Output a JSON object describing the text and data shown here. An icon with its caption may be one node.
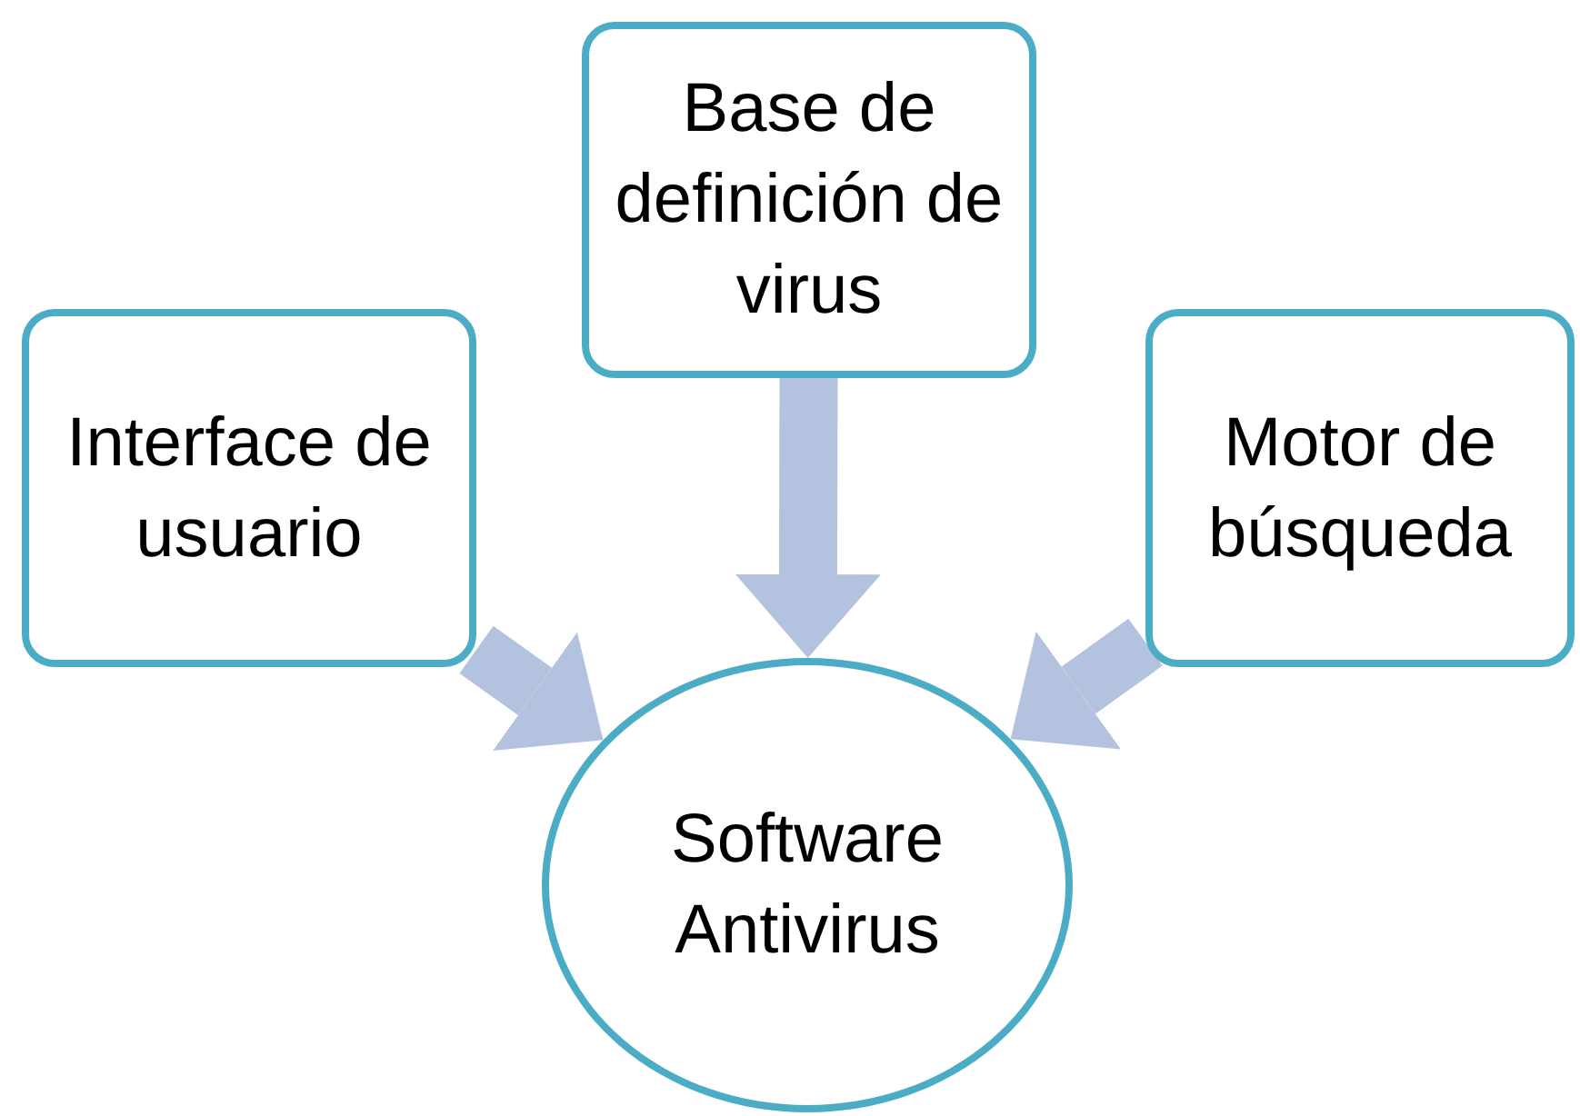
{
  "diagram": {
    "nodes": [
      {
        "text": [
          "Interface de usuario"
        ]
      },
      {
        "text": [
          "Base de definición de virus"
        ]
      },
      {
        "text": [
          "Motor de búsqueda"
        ]
      },
      {
        "text": [
          "Software Antivirus"
        ]
      }
    ],
    "edges": [
      {
        "from": 0,
        "to": 3,
        "arrow": "to"
      },
      {
        "from": 1,
        "to": 3,
        "arrow": "to"
      },
      {
        "from": 2,
        "to": 3,
        "arrow": "to"
      }
    ]
  }
}
